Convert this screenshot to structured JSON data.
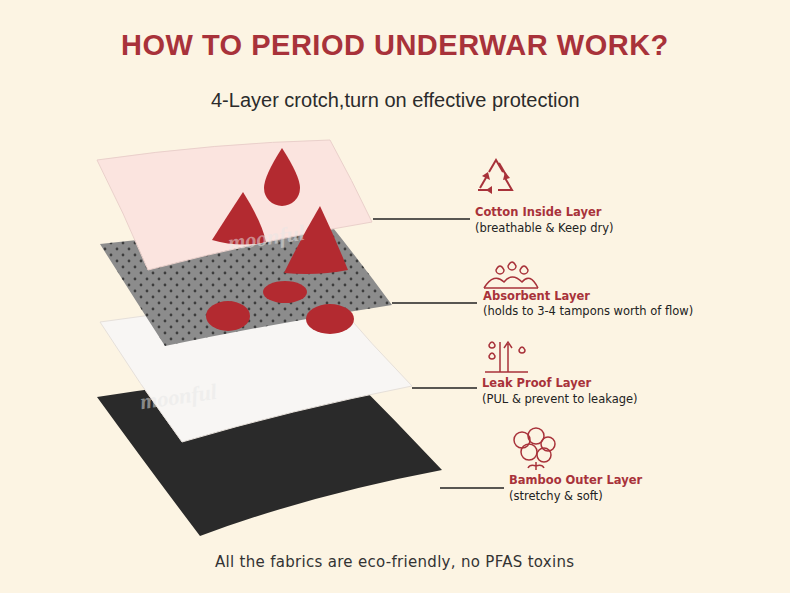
{
  "diagram": {
    "title": "HOW TO PERIOD UNDERWAR WORK?",
    "caption": "All the fabrics are eco-friendly, no PFAS toxins",
    "labels": [
      "4-Layer crotch,turn on effective protection",
      "moonful",
      "moonful",
      "Cotton Inside Layer",
      "(breathable & Keep dry)",
      "Absorbent Layer",
      "(holds to 3-4 tampons worth of flow)",
      "Leak Proof Layer",
      "(PUL & prevent to leakage)",
      "Bamboo Outer Layer",
      "(stretchy & soft)"
    ]
  }
}
